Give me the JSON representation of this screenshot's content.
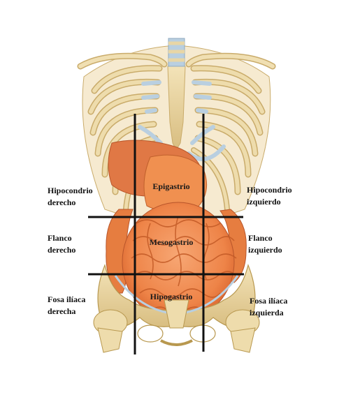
{
  "regions": {
    "hipocondrio_derecho": [
      "Hipocondrio",
      "derecho"
    ],
    "epigastrio": "Epigastrio",
    "hipocondrio_izquierdo": [
      "Hipocondrio",
      "izquierdo"
    ],
    "flanco_derecho": [
      "Flanco",
      "derecho"
    ],
    "mesogastrio": "Mesogastrio",
    "flanco_izquierdo": [
      "Flanco",
      "izquierdo"
    ],
    "fosa_iliaca_derecha": [
      "Fosa ilíaca",
      "derecha"
    ],
    "hipogastrio": "Hipogastrio",
    "fosa_iliaca_izquierda": [
      "Fosa ilíaca",
      "izquierda"
    ]
  },
  "colors": {
    "bone": "#ecd9a8",
    "bone_shadow": "#c9ab6a",
    "cartilage": "#b9cfe0",
    "organ": "#f08a4e",
    "organ_dark": "#d9652e",
    "grid_line": "#111111"
  },
  "icons": [
    "thorax-skeleton",
    "pelvis-skeleton",
    "intestines",
    "liver",
    "stomach"
  ]
}
